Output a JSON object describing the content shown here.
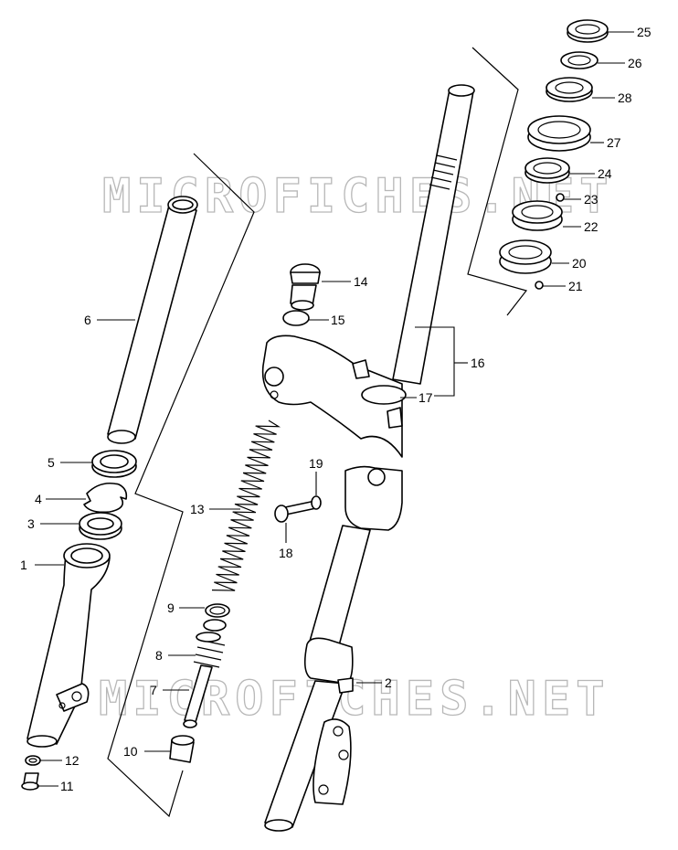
{
  "watermark": {
    "text": "MICROFICHES.NET",
    "color": "#b8b8b8"
  },
  "callouts": [
    {
      "id": "c1",
      "label": "1"
    },
    {
      "id": "c2",
      "label": "2"
    },
    {
      "id": "c3",
      "label": "3"
    },
    {
      "id": "c4",
      "label": "4"
    },
    {
      "id": "c5",
      "label": "5"
    },
    {
      "id": "c6",
      "label": "6"
    },
    {
      "id": "c7",
      "label": "7"
    },
    {
      "id": "c8",
      "label": "8"
    },
    {
      "id": "c9",
      "label": "9"
    },
    {
      "id": "c10",
      "label": "10"
    },
    {
      "id": "c11",
      "label": "11"
    },
    {
      "id": "c12",
      "label": "12"
    },
    {
      "id": "c13",
      "label": "13"
    },
    {
      "id": "c14",
      "label": "14"
    },
    {
      "id": "c15",
      "label": "15"
    },
    {
      "id": "c16",
      "label": "16"
    },
    {
      "id": "c17",
      "label": "17"
    },
    {
      "id": "c18",
      "label": "18"
    },
    {
      "id": "c19",
      "label": "19"
    },
    {
      "id": "c20",
      "label": "20"
    },
    {
      "id": "c21",
      "label": "21"
    },
    {
      "id": "c22",
      "label": "22"
    },
    {
      "id": "c23",
      "label": "23"
    },
    {
      "id": "c24",
      "label": "24"
    },
    {
      "id": "c25",
      "label": "25"
    },
    {
      "id": "c26",
      "label": "26"
    },
    {
      "id": "c27",
      "label": "27"
    },
    {
      "id": "c28",
      "label": "28"
    }
  ]
}
